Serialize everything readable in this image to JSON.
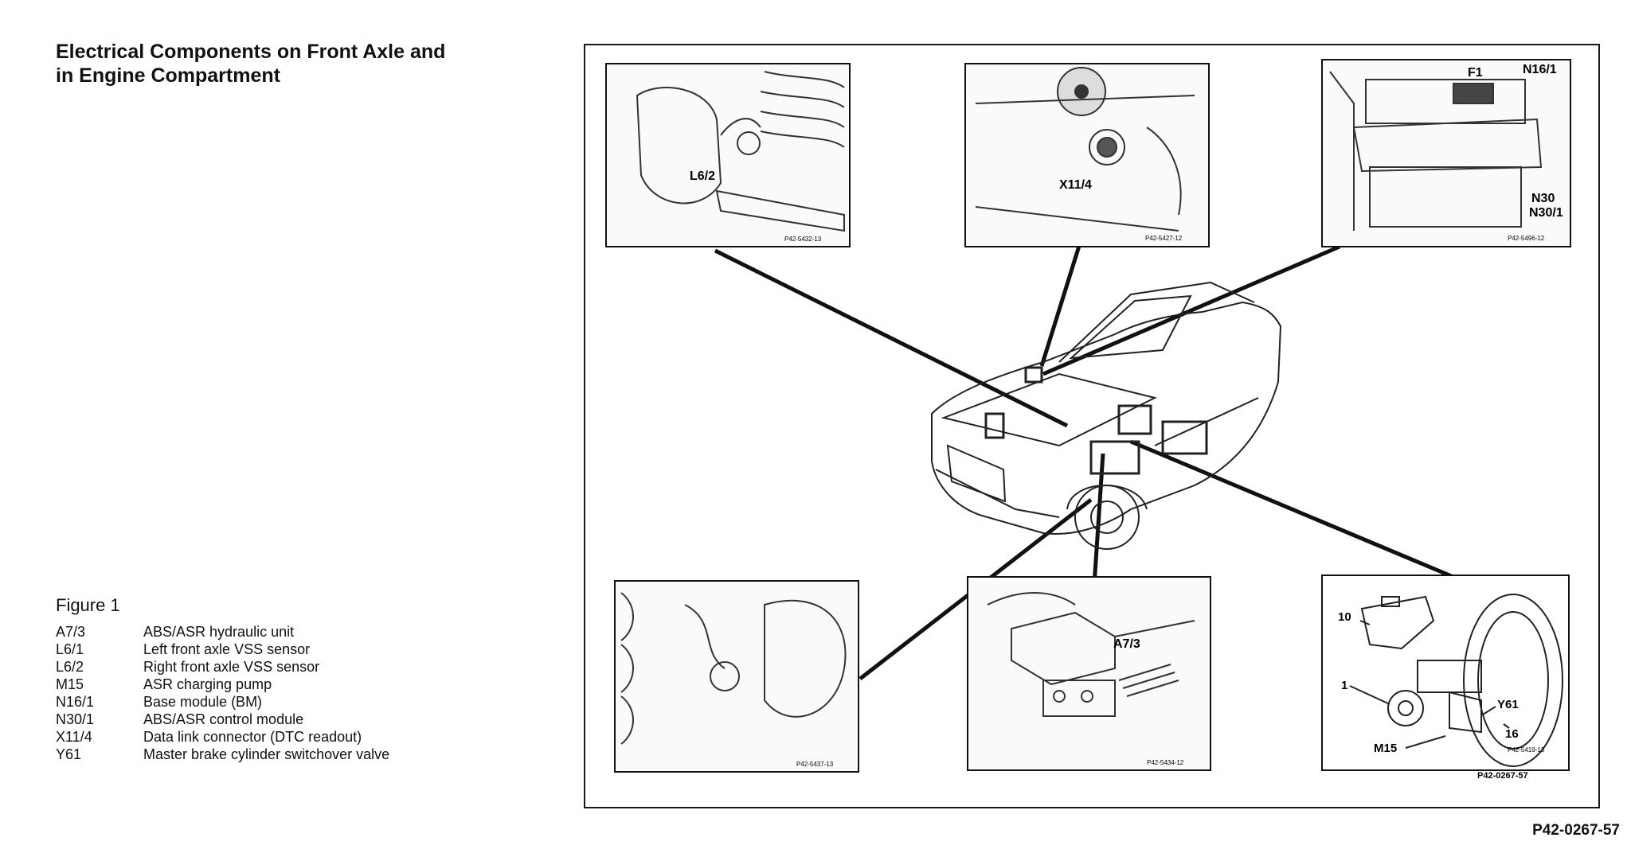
{
  "title_line1": "Electrical Components on Front Axle and",
  "title_line2": "in Engine Compartment",
  "figure_label": "Figure 1",
  "legend": [
    {
      "code": "A7/3",
      "desc": "ABS/ASR hydraulic unit"
    },
    {
      "code": "L6/1",
      "desc": "Left front axle VSS sensor"
    },
    {
      "code": "L6/2",
      "desc": "Right front axle VSS sensor"
    },
    {
      "code": "M15",
      "desc": "ASR charging pump"
    },
    {
      "code": "N16/1",
      "desc": "Base module (BM)"
    },
    {
      "code": "N30/1",
      "desc": "ABS/ASR control module"
    },
    {
      "code": "X11/4",
      "desc": "Data link connector (DTC readout)"
    },
    {
      "code": "Y61",
      "desc": "Master brake cylinder switchover valve"
    }
  ],
  "callouts": {
    "l62": "L6/2",
    "x114": "X11/4",
    "f1": "F1",
    "n161": "N16/1",
    "n30": "N30",
    "n301": "N30/1",
    "a73": "A7/3",
    "ten": "10",
    "one": "1",
    "y61": "Y61",
    "sixteen": "16",
    "m15": "M15"
  },
  "inner_codes": {
    "p1": "P42-5432-13",
    "p2": "P42-5427-12",
    "p3": "P42-5496-12",
    "p4": "P42-5437-13",
    "p5": "P42-5434-12",
    "p6": "P42-5419-13",
    "p6b": "P42-0267-57"
  },
  "figure_code": "P42-0267-57"
}
